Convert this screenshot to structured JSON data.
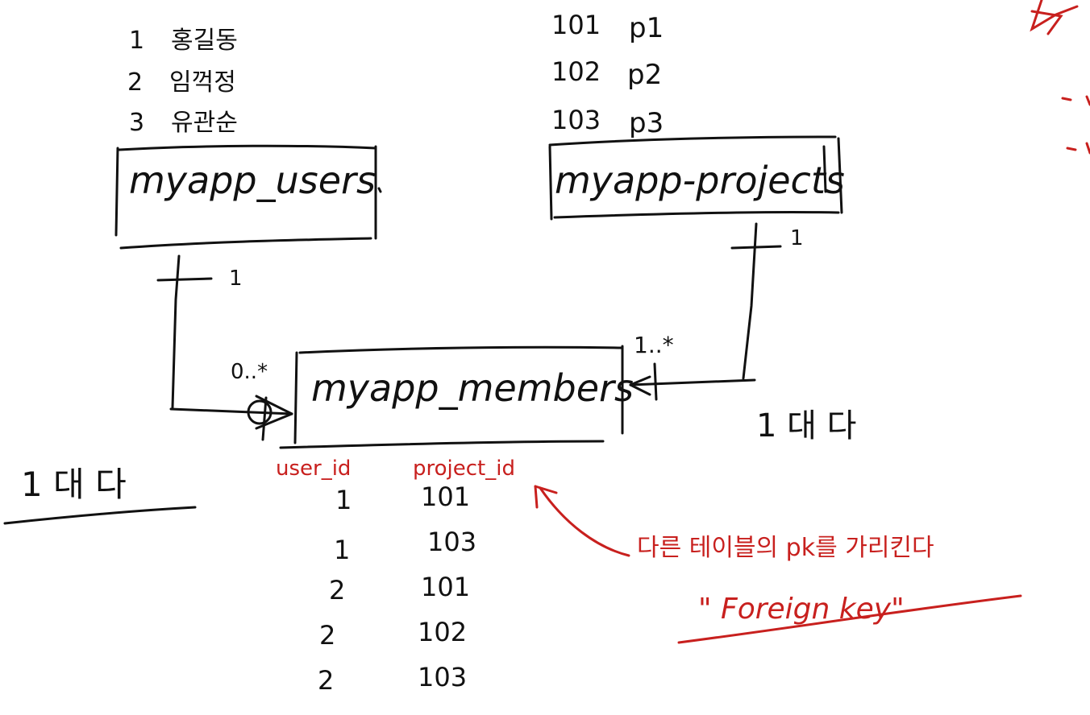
{
  "colors": {
    "ink": "#111111",
    "red": "#c8201e",
    "background": "#ffffff"
  },
  "users_table": {
    "name": "myapp_users",
    "rows": [
      {
        "id": "1",
        "name": "홍길동"
      },
      {
        "id": "2",
        "name": "임꺽정"
      },
      {
        "id": "3",
        "name": "유관순"
      }
    ]
  },
  "projects_table": {
    "name": "myapp-projects",
    "rows": [
      {
        "id": "101",
        "name": "p1"
      },
      {
        "id": "102",
        "name": "p2"
      },
      {
        "id": "103",
        "name": "p3"
      }
    ]
  },
  "members_table": {
    "name": "myapp_members",
    "columns": [
      "user_id",
      "project_id"
    ],
    "rows": [
      [
        "1",
        "101"
      ],
      [
        "1",
        "103"
      ],
      [
        "2",
        "101"
      ],
      [
        "2",
        "102"
      ],
      [
        "2",
        "103"
      ]
    ]
  },
  "cardinality": {
    "users_end": "1",
    "members_users_end": "0..*",
    "projects_end": "1",
    "members_projects_end": "1..*"
  },
  "relationship_notes": {
    "left": "1 대 다",
    "right": "1 대 다"
  },
  "foreign_key_note": {
    "line1": "다른 테이블의 pk를 가리킨다",
    "line2": "\" Foreign key\""
  }
}
